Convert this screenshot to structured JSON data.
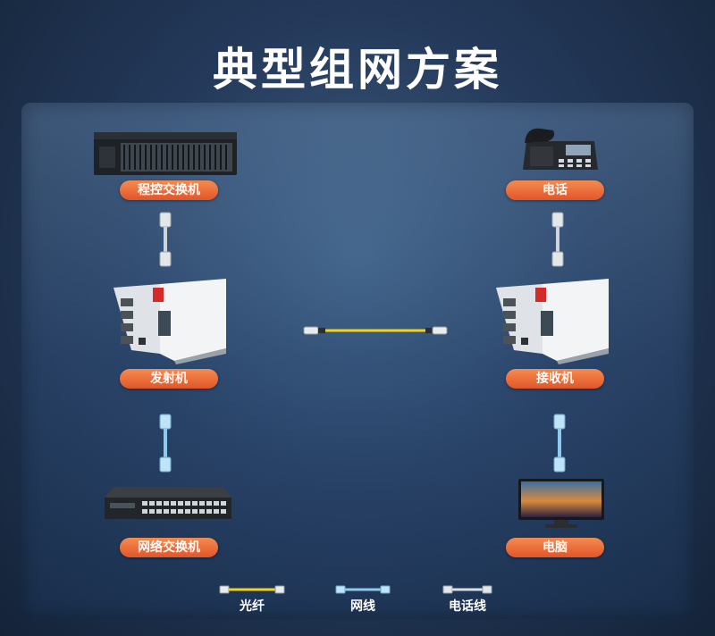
{
  "title": "典型组网方案",
  "nodes": {
    "pbx": "程控交换机",
    "phone": "电话",
    "transmitter": "发射机",
    "receiver": "接收机",
    "network_switch": "网络交换机",
    "computer": "电脑"
  },
  "legend": {
    "fiber": "光纤",
    "network_cable": "网线",
    "phone_cable": "电话线"
  },
  "colors": {
    "label_bg": "#e8642f",
    "fiber": "#f3d31a",
    "network_cable": "#8ec9ee",
    "phone_cable": "#d9dee3"
  }
}
